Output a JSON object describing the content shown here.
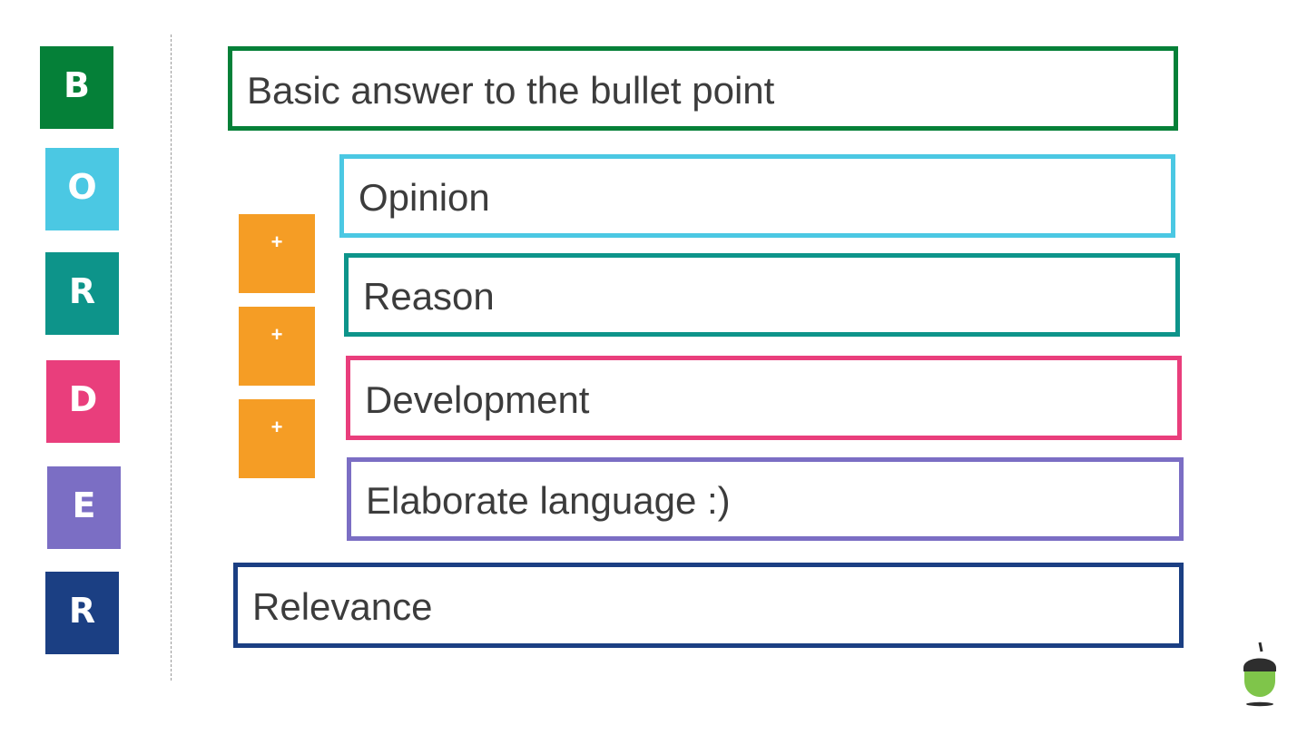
{
  "letters": [
    "B",
    "O",
    "R",
    "D",
    "E",
    "R"
  ],
  "boxes": {
    "basic": "Basic answer to the bullet point",
    "opinion": "Opinion",
    "reason": "Reason",
    "development": "Development",
    "elaborate": "Elaborate language :)",
    "relevance": "Relevance"
  },
  "plus_signs": [
    "+",
    "+",
    "+"
  ],
  "colors": {
    "green": "#058038",
    "light_blue": "#4bc8e3",
    "teal": "#0d948a",
    "pink": "#e93e7c",
    "purple": "#7b6ec4",
    "navy": "#1b3f83",
    "orange": "#f59d25"
  },
  "icons": {
    "logo": "acorn-logo"
  }
}
